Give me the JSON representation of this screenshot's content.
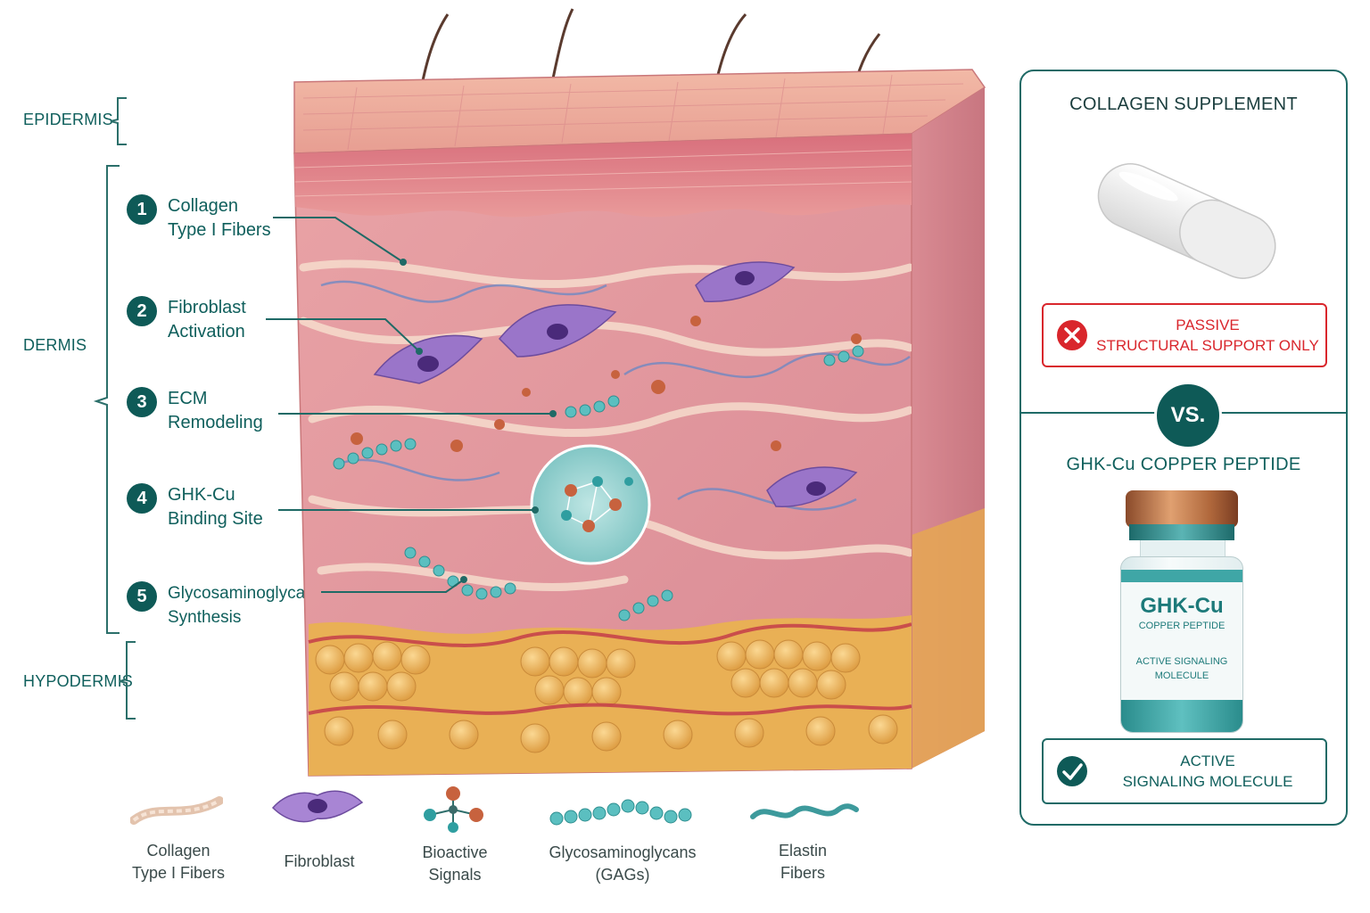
{
  "layers": {
    "epidermis": "EPIDERMIS",
    "dermis": "DERMIS",
    "hypodermis": "HYPODERMIS"
  },
  "callouts": [
    {
      "num": "1",
      "line1": "Collagen",
      "line2": "Type I Fibers"
    },
    {
      "num": "2",
      "line1": "Fibroblast",
      "line2": "Activation"
    },
    {
      "num": "3",
      "line1": "ECM",
      "line2": "Remodeling"
    },
    {
      "num": "4",
      "line1": "GHK-Cu",
      "line2": "Binding Site"
    },
    {
      "num": "5",
      "line1": "Glycosaminoglycan",
      "line2": "Synthesis"
    }
  ],
  "legend": [
    {
      "line1": "Collagen",
      "line2": "Type I Fibers",
      "icon": "collagen-fiber-icon"
    },
    {
      "line1": "Fibroblast",
      "line2": "",
      "icon": "fibroblast-icon"
    },
    {
      "line1": "Bioactive",
      "line2": "Signals",
      "icon": "molecule-icon"
    },
    {
      "line1": "Glycosaminoglycans",
      "line2": "(GAGs)",
      "icon": "gag-chain-icon"
    },
    {
      "line1": "Elastin",
      "line2": "Fibers",
      "icon": "elastin-fiber-icon"
    }
  ],
  "comparison": {
    "top_title": "COLLAGEN SUPPLEMENT",
    "top_status_line1": "PASSIVE",
    "top_status_line2": "STRUCTURAL SUPPORT ONLY",
    "vs": "VS.",
    "bottom_title": "GHK-Cu COPPER PEPTIDE",
    "vial_name": "GHK-Cu",
    "vial_sub": "COPPER PEPTIDE",
    "vial_desc1": "ACTIVE SIGNALING",
    "vial_desc2": "MOLECULE",
    "bottom_status_line1": "ACTIVE",
    "bottom_status_line2": "SIGNALING MOLECULE"
  },
  "colors": {
    "teal": "#0e5a57",
    "negative": "#d9262c",
    "positive": "#0e5a57",
    "skin": "#e8a4a0",
    "fat": "#e9b055"
  }
}
